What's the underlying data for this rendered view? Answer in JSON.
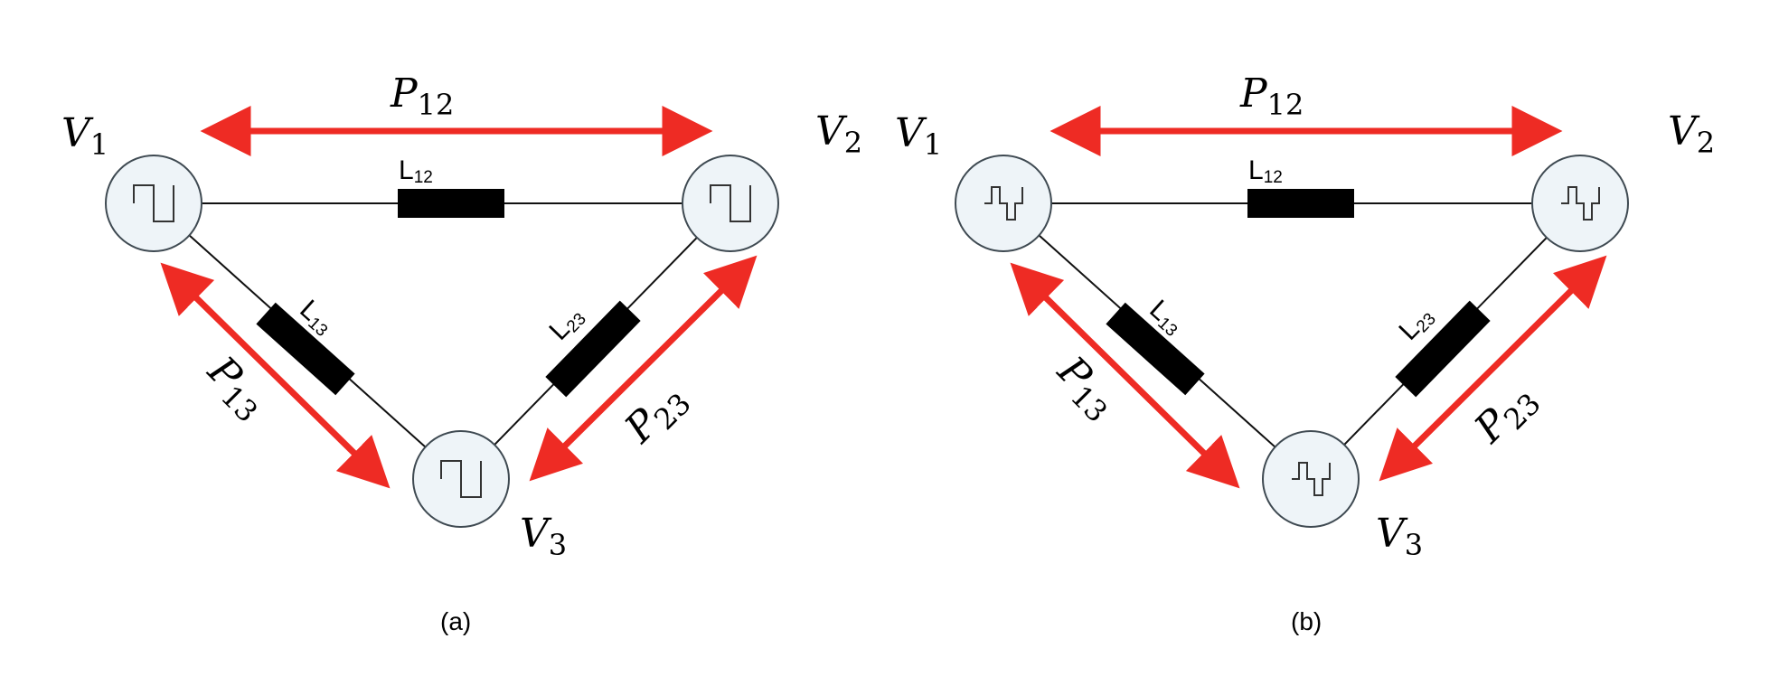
{
  "diagrams": [
    {
      "caption": "(a)",
      "waveform": "square-wave-icon",
      "nodes": [
        {
          "id": "v1",
          "base": "V",
          "sub": "1"
        },
        {
          "id": "v2",
          "base": "V",
          "sub": "2"
        },
        {
          "id": "v3",
          "base": "V",
          "sub": "3"
        }
      ],
      "inductors": [
        {
          "id": "l12",
          "base": "L",
          "sub": "12"
        },
        {
          "id": "l13",
          "base": "L",
          "sub": "13"
        },
        {
          "id": "l23",
          "base": "L",
          "sub": "23"
        }
      ],
      "powers": [
        {
          "id": "p12",
          "base": "P",
          "sub": "12"
        },
        {
          "id": "p13",
          "base": "P",
          "sub": "13"
        },
        {
          "id": "p23",
          "base": "P",
          "sub": "23"
        }
      ]
    },
    {
      "caption": "(b)",
      "waveform": "three-level-wave-icon",
      "nodes": [
        {
          "id": "v1",
          "base": "V",
          "sub": "1"
        },
        {
          "id": "v2",
          "base": "V",
          "sub": "2"
        },
        {
          "id": "v3",
          "base": "V",
          "sub": "3"
        }
      ],
      "inductors": [
        {
          "id": "l12",
          "base": "L",
          "sub": "12"
        },
        {
          "id": "l13",
          "base": "L",
          "sub": "13"
        },
        {
          "id": "l23",
          "base": "L",
          "sub": "23"
        }
      ],
      "powers": [
        {
          "id": "p12",
          "base": "P",
          "sub": "12"
        },
        {
          "id": "p13",
          "base": "P",
          "sub": "13"
        },
        {
          "id": "p23",
          "base": "P",
          "sub": "23"
        }
      ]
    }
  ],
  "colors": {
    "arrow": "#ee2b24",
    "line": "#111111",
    "node_fill": "#eef4f8",
    "node_stroke": "#3f4a52",
    "inductor": "#000000"
  }
}
